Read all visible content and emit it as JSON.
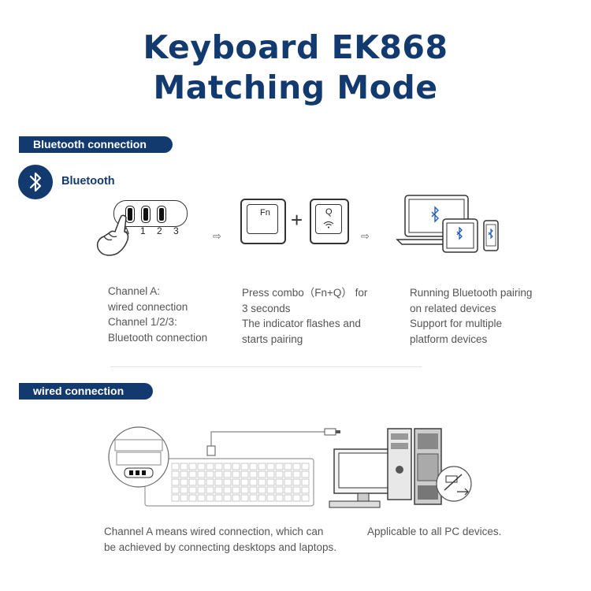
{
  "title": {
    "line1": "Keyboard EK868",
    "line2": "Matching Mode"
  },
  "bluetooth_section": {
    "header": "Bluetooth connection",
    "mode_label": "Bluetooth",
    "switch_labels": [
      "A",
      "1",
      "2",
      "3"
    ],
    "combo_keys": {
      "fn": "Fn",
      "q": "Q",
      "plus": "+"
    },
    "arrow": "⇨",
    "steps": [
      {
        "text": "Channel A:\nwired connection\nChannel 1/2/3:\nBluetooth connection"
      },
      {
        "text": "Press combo（Fn+Q） for\n3 seconds\nThe indicator flashes and\nstarts pairing"
      },
      {
        "text": "Running Bluetooth pairing\non related devices\nSupport for multiple\nplatform devices"
      }
    ]
  },
  "wired_section": {
    "header": "wired connection",
    "captions": [
      "Channel A means wired connection, which can\n be achieved by connecting desktops and laptops.",
      "Applicable to all PC devices."
    ]
  },
  "colors": {
    "brand": "#123a6f",
    "text": "#555555",
    "divider": "#e3e3e3"
  },
  "icons": [
    "bluetooth-icon",
    "hand-icon",
    "laptop-icon",
    "tablet-icon",
    "phone-icon",
    "keyboard-icon",
    "desktop-pc-icon",
    "usb-icon"
  ]
}
